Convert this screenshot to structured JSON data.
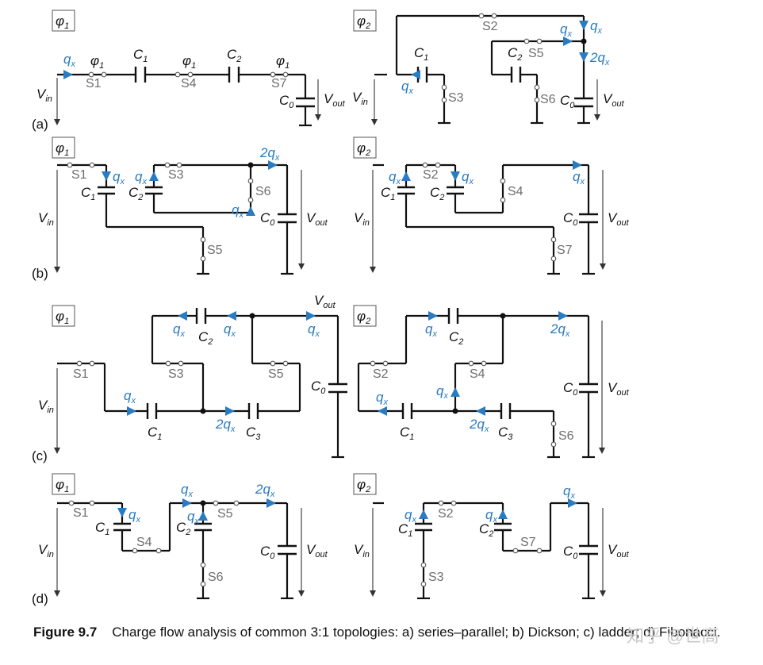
{
  "figure": {
    "number": "Figure 9.7",
    "caption": "Charge flow analysis of common 3:1 topologies: a) series–parallel; b) Dickson; c) ladder; d) Fibonacci.",
    "watermark": "知乎 @世高"
  },
  "panel_labels": [
    "(a)",
    "(b)",
    "(c)",
    "(d)"
  ],
  "phase_labels": {
    "phi1": "φ1",
    "phi2": "φ2",
    "phi_symbol": "φ",
    "sub1": "1",
    "sub2": "2"
  },
  "voltages": {
    "vin_main": "V",
    "vin_sub": "in",
    "vout_main": "V",
    "vout_sub": "out"
  },
  "capacitor_names": {
    "letter": "C",
    "c0": "0",
    "c1": "1",
    "c2": "2",
    "c3": "3"
  },
  "switch_names": {
    "s1": "S1",
    "s2": "S2",
    "s3": "S3",
    "s4": "S4",
    "s5": "S5",
    "s6": "S6",
    "s7": "S7"
  },
  "charges": {
    "q": "q",
    "q2": "2q",
    "sub": "x"
  },
  "colors": {
    "flow": "#2a7bc0",
    "wire": "#111111",
    "switch_label": "#6e6e6e"
  }
}
